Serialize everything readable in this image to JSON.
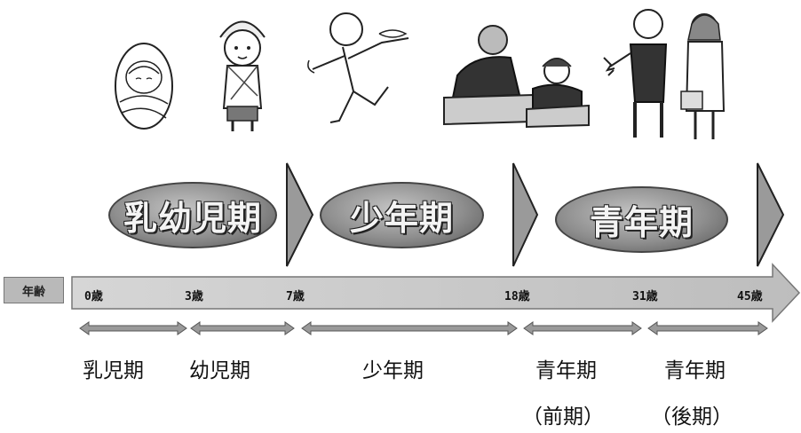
{
  "stages": [
    {
      "label": "乳幼児期"
    },
    {
      "label": "少年期"
    },
    {
      "label": "青年期"
    }
  ],
  "axis_header": "年齢",
  "age_marks": [
    "0歳",
    "3歳",
    "7歳",
    "18歳",
    "31歳",
    "45歳"
  ],
  "periods": [
    {
      "label": "乳児期",
      "sub": ""
    },
    {
      "label": "幼児期",
      "sub": ""
    },
    {
      "label": "少年期",
      "sub": ""
    },
    {
      "label": "青年期",
      "sub": "（前期）"
    },
    {
      "label": "青年期",
      "sub": "（後期）"
    }
  ],
  "colors": {
    "oval_fill": "#8e8e8e",
    "arrow_fill": "#c8c8c8",
    "range_arrow": "#9a9a9a"
  }
}
